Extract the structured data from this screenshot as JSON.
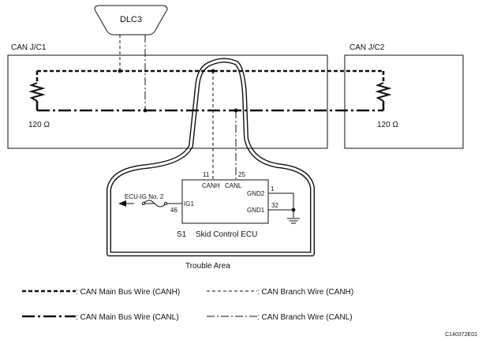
{
  "diagram": {
    "dlc_label": "DLC3",
    "jc1_label": "CAN J/C1",
    "jc2_label": "CAN J/C2",
    "resistor_left_label": "120 Ω",
    "resistor_right_label": "120 Ω",
    "pin_11": "11",
    "pin_25": "25",
    "canh_label": "CANH",
    "canl_label": "CANL",
    "gnd2_label": "GND2",
    "gnd1_label": "GND1",
    "pin_1": "1",
    "pin_32": "32",
    "ig1_label": "IG1",
    "pin_46": "46",
    "fuse_label": "ECU-IG No. 2",
    "ecu_code": "S1",
    "ecu_name": "Skid Control ECU",
    "trouble_area_label": "Trouble Area",
    "figure_code": "C140372E01"
  },
  "legend": {
    "items": [
      {
        "label": ": CAN Main Bus Wire (CANH)",
        "style": "main-canh"
      },
      {
        "label": ": CAN Branch Wire (CANH)",
        "style": "branch-canh"
      },
      {
        "label": ": CAN Main Bus Wire (CANL)",
        "style": "main-canl"
      },
      {
        "label": ": CAN Branch Wire (CANL)",
        "style": "branch-canl"
      }
    ]
  },
  "colors": {
    "line": "#111111",
    "background": "#ffffff"
  }
}
